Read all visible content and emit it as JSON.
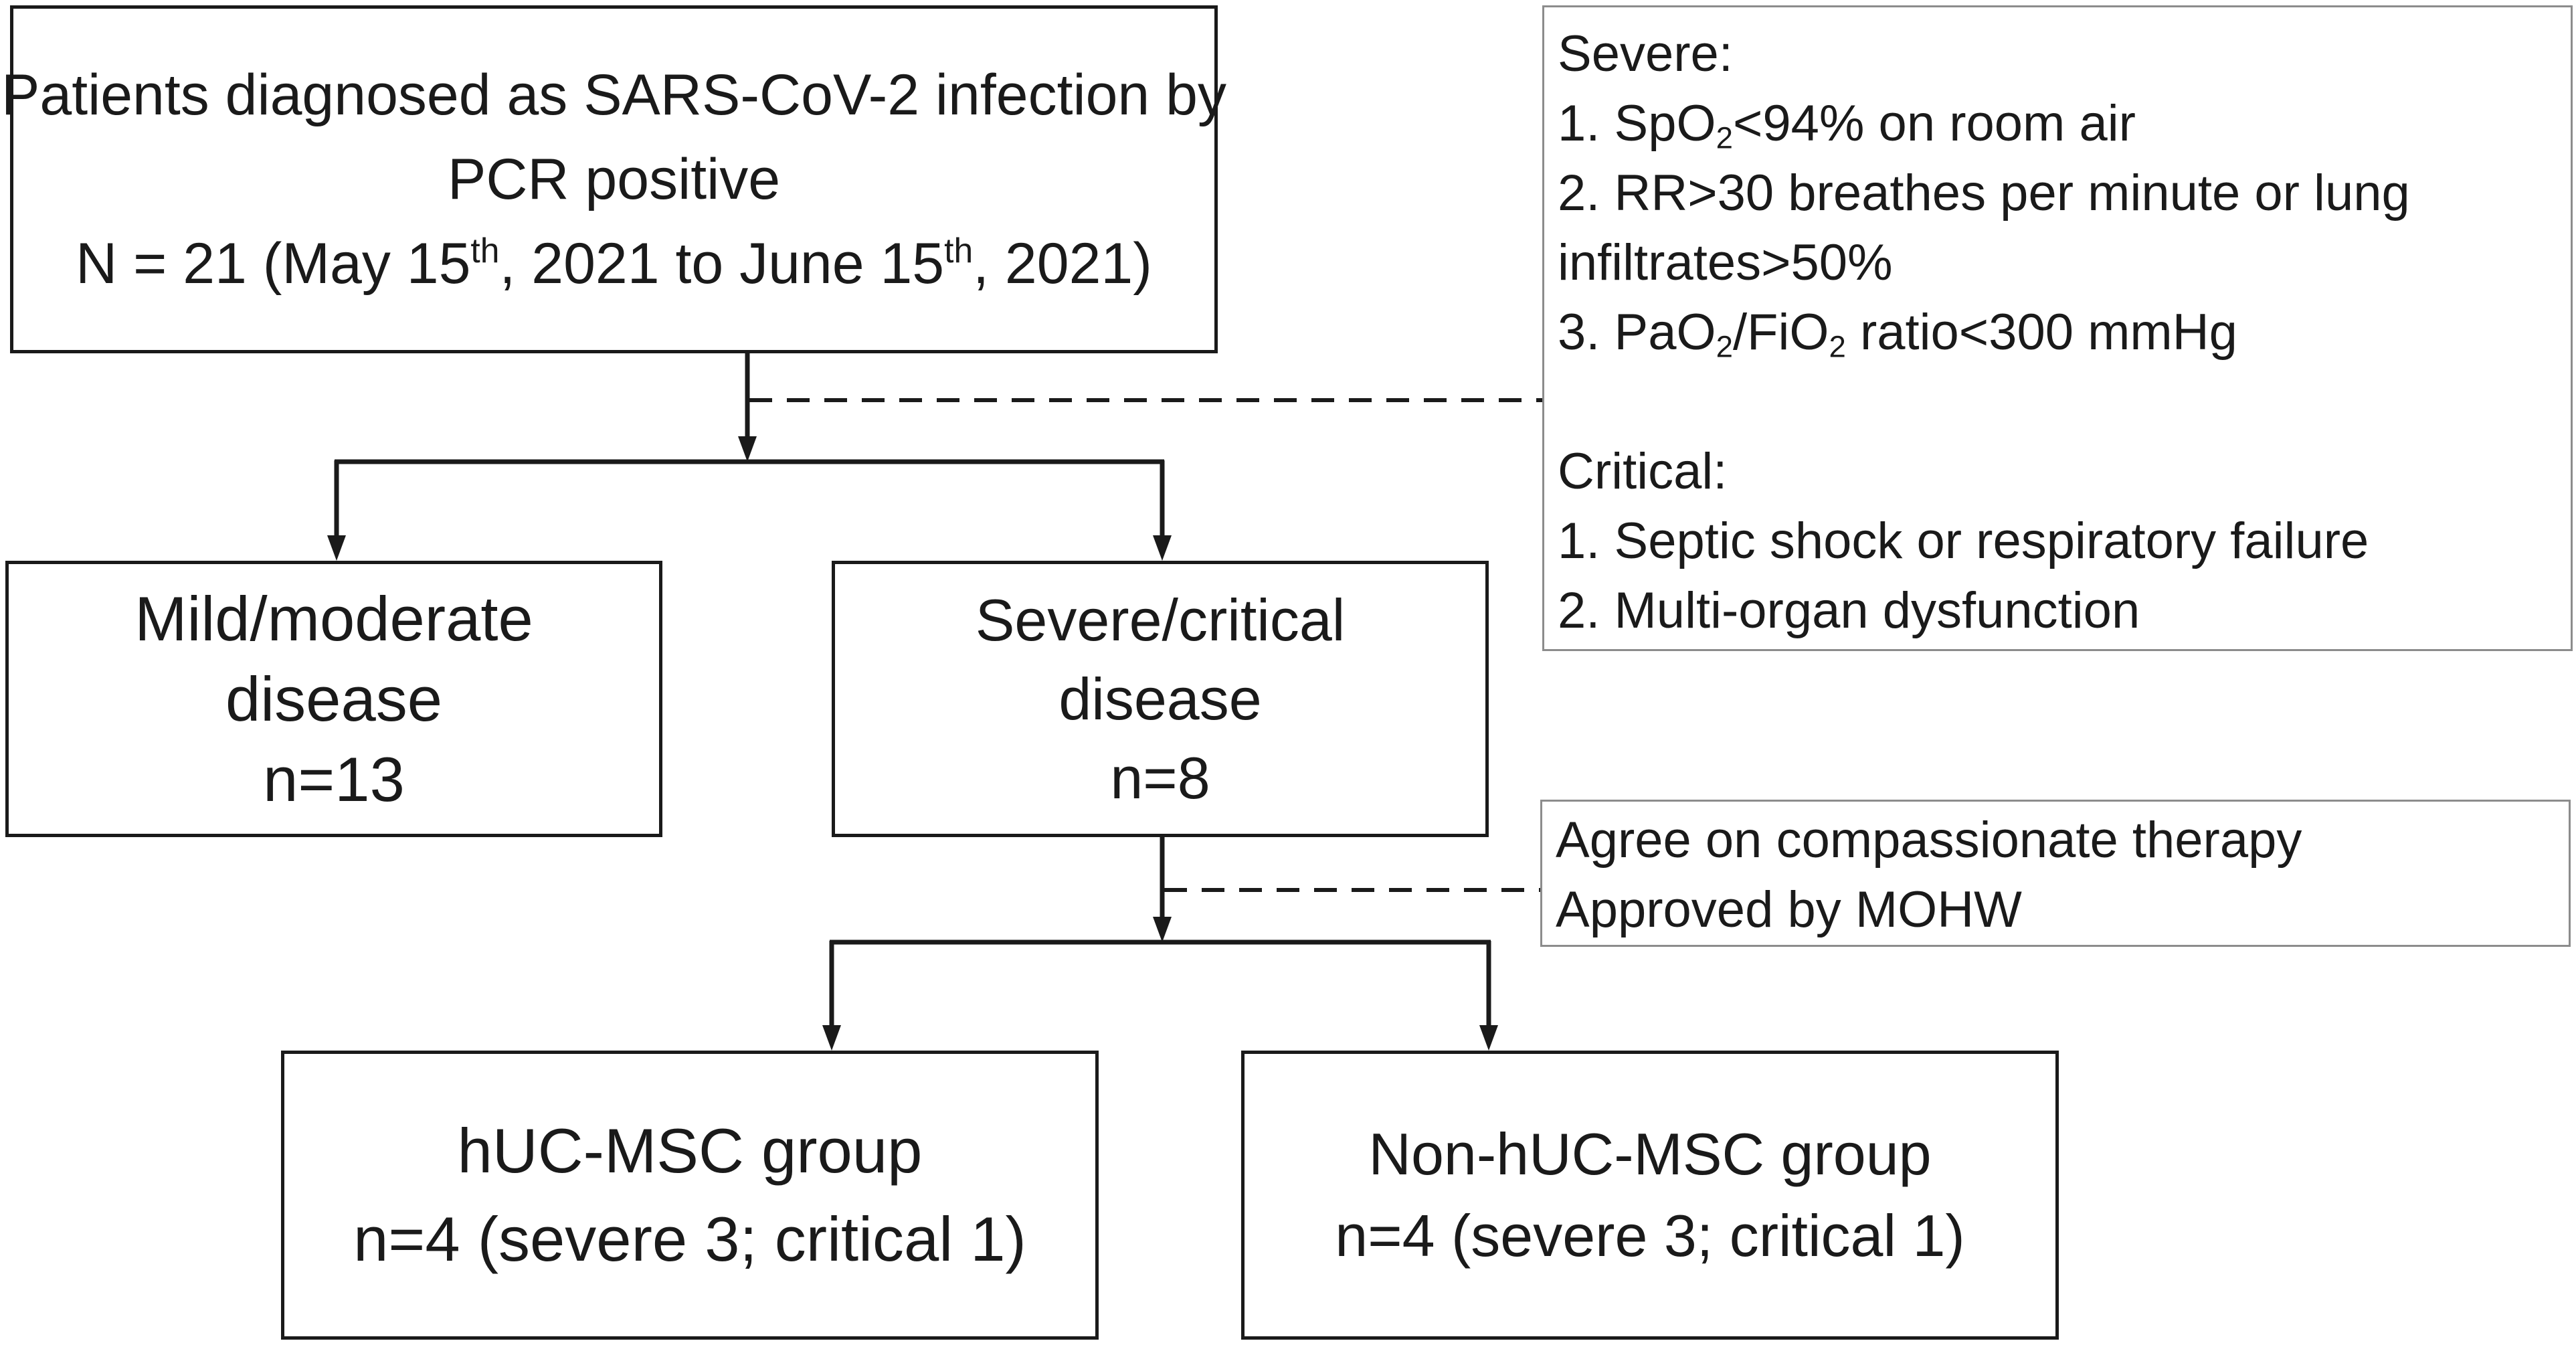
{
  "start": {
    "line1": "Patients diagnosed as SARS-CoV-2 infection by",
    "line2": "PCR positive",
    "n_prefix": "N = 21 (May 15",
    "th1": "th",
    "n_middle": ", 2021 to June 15",
    "th2": "th",
    "n_suffix": ", 2021)"
  },
  "mild": {
    "line1": "Mild/moderate",
    "line2": "disease",
    "count": "n=13"
  },
  "severe": {
    "line1": "Severe/critical",
    "line2": "disease",
    "count": "n=8"
  },
  "huc": {
    "line1": "hUC-MSC group",
    "line2": "n=4 (severe 3; critical 1)"
  },
  "nonhuc": {
    "line1": "Non-hUC-MSC group",
    "line2": "n=4 (severe 3; critical 1)"
  },
  "criteria": {
    "severe_heading": "Severe:",
    "s1_prefix": "1. SpO",
    "s1_sub": "2",
    "s1_suffix": "<94% on room air",
    "s2_line1": "2. RR>30 breathes per minute or lung",
    "s2_line2": "infiltrates>50%",
    "s3_prefix": "3. PaO",
    "s3_sub1": "2",
    "s3_mid": "/FiO",
    "s3_sub2": "2",
    "s3_suffix": " ratio<300 mmHg",
    "critical_heading": "Critical:",
    "c1": "1. Septic shock or respiratory failure",
    "c2": "2. Multi-organ dysfunction"
  },
  "compassion": {
    "line1": "Agree on compassionate therapy",
    "line2": "Approved by MOHW"
  }
}
